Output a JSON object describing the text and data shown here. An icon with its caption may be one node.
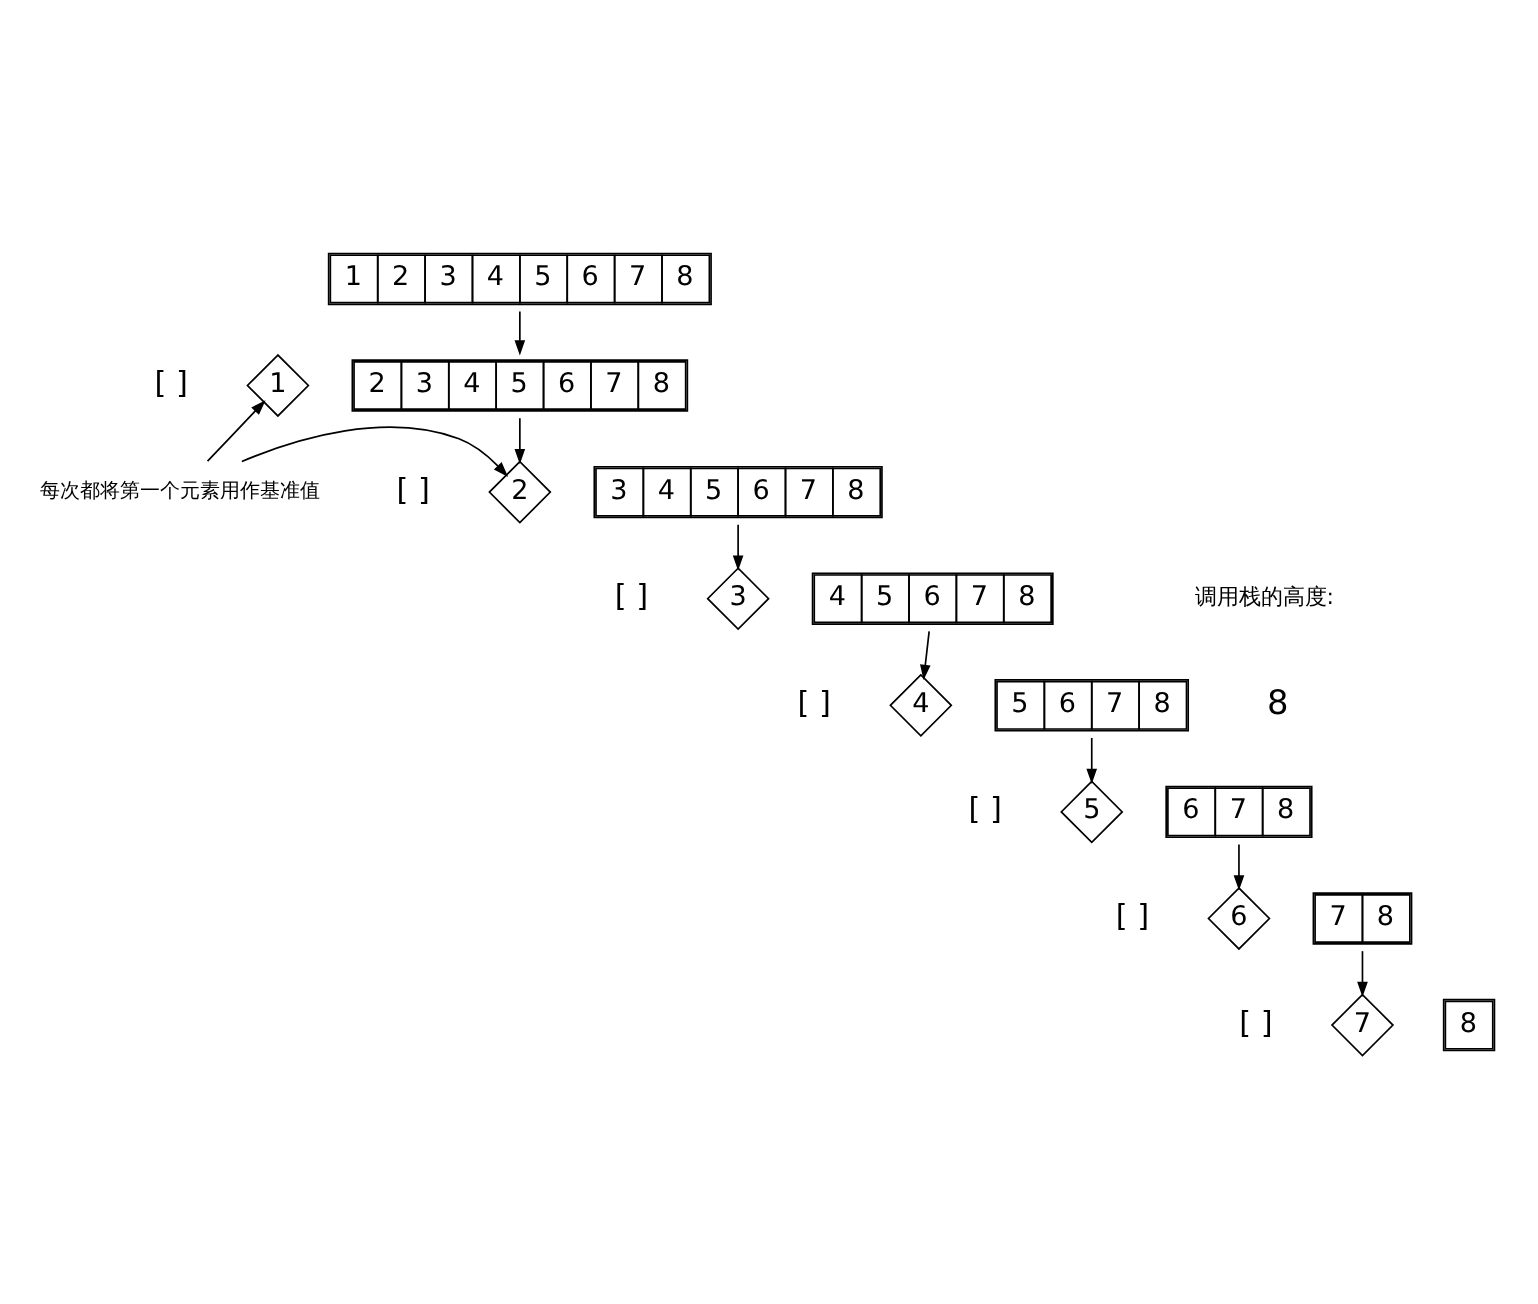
{
  "diagram": {
    "nodes": [
      {
        "text": [
          "1",
          "2",
          "3",
          "4",
          "5",
          "6",
          "7",
          "8"
        ]
      },
      {
        "text": [
          "[ ]"
        ]
      },
      {
        "text": [
          "1"
        ]
      },
      {
        "text": [
          "2",
          "3",
          "4",
          "5",
          "6",
          "7",
          "8"
        ]
      },
      {
        "text": [
          "每次都将第一个元素用作基准值"
        ]
      },
      {
        "text": [
          "[ ]"
        ]
      },
      {
        "text": [
          "2"
        ]
      },
      {
        "text": [
          "3",
          "4",
          "5",
          "6",
          "7",
          "8"
        ]
      },
      {
        "text": [
          "[ ]"
        ]
      },
      {
        "text": [
          "3"
        ]
      },
      {
        "text": [
          "4",
          "5",
          "6",
          "7",
          "8"
        ]
      },
      {
        "text": [
          "[ ]"
        ]
      },
      {
        "text": [
          "4"
        ]
      },
      {
        "text": [
          "5",
          "6",
          "7",
          "8"
        ]
      },
      {
        "text": [
          "[ ]"
        ]
      },
      {
        "text": [
          "5"
        ]
      },
      {
        "text": [
          "6",
          "7",
          "8"
        ]
      },
      {
        "text": [
          "[ ]"
        ]
      },
      {
        "text": [
          "6"
        ]
      },
      {
        "text": [
          "7",
          "8"
        ]
      },
      {
        "text": [
          "[ ]"
        ]
      },
      {
        "text": [
          "7"
        ]
      },
      {
        "text": [
          "8"
        ]
      }
    ],
    "edges": [
      {
        "from": 0,
        "to": 3,
        "arrow": "to"
      },
      {
        "from": 4,
        "to": 2,
        "arrow": "to"
      },
      {
        "from": 4,
        "to": 6,
        "arrow": "to"
      },
      {
        "from": 3,
        "to": 6,
        "arrow": "to"
      },
      {
        "from": 7,
        "to": 9,
        "arrow": "to"
      },
      {
        "from": 10,
        "to": 12,
        "arrow": "to"
      },
      {
        "from": 13,
        "to": 15,
        "arrow": "to"
      },
      {
        "from": 16,
        "to": 18,
        "arrow": "to"
      },
      {
        "from": 19,
        "to": 21,
        "arrow": "to"
      }
    ],
    "labels": [
      "调用栈的高度:",
      "8"
    ]
  }
}
